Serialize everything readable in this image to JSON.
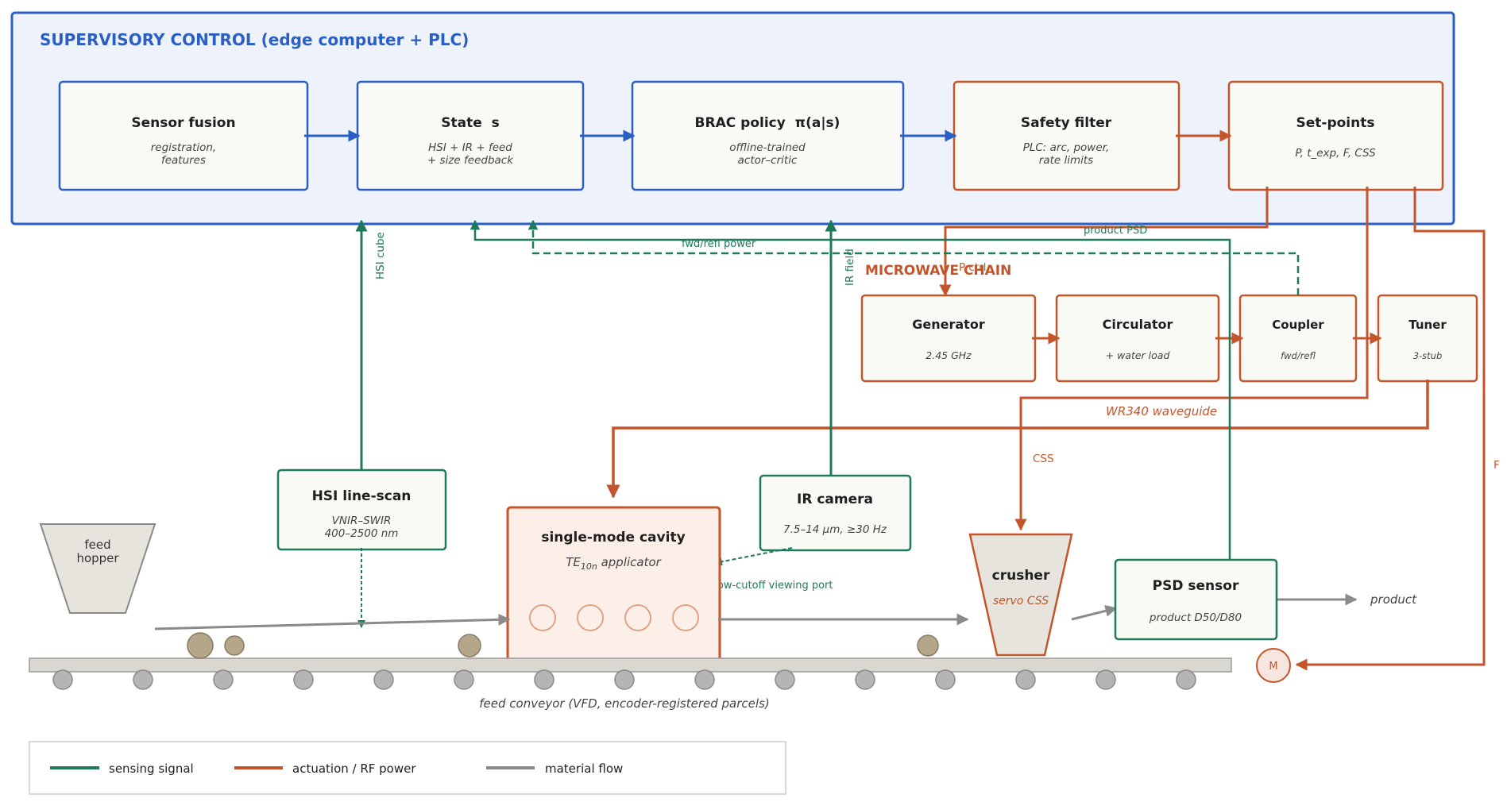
{
  "title": "SUPERVISORY CONTROL  (edge computer + PLC)",
  "colors": {
    "supervisory_blue": "#2b5fc4",
    "sensing_green": "#1e7a5a",
    "actuation_orange": "#c4552b",
    "material_gray": "#8a8a8a"
  },
  "boxes": {
    "sensor_fusion": {
      "title": "Sensor fusion",
      "sub1": "registration,",
      "sub2": "features"
    },
    "state": {
      "title": "State  s",
      "sub1": "HSI + IR + feed",
      "sub2": "+ size feedback"
    },
    "brac": {
      "title": "BRAC policy  π(a|s)",
      "sub1": "offline-trained",
      "sub2": "actor–critic"
    },
    "safety": {
      "title": "Safety filter",
      "sub1": "PLC: arc, power,",
      "sub2": "rate limits"
    },
    "setpoints": {
      "title": "Set-points",
      "sub1": "P, t_exp, F, CSS"
    },
    "generator": {
      "title": "Generator",
      "sub1": "2.45 GHz"
    },
    "circulator": {
      "title": "Circulator",
      "sub1": "+ water load"
    },
    "coupler": {
      "title": "Coupler",
      "sub1": "fwd/refl"
    },
    "tuner": {
      "title": "Tuner",
      "sub1": "3-stub"
    },
    "hsi": {
      "title": "HSI line-scan",
      "sub1": "VNIR–SWIR",
      "sub2": "400–2500 nm"
    },
    "ir": {
      "title": "IR camera",
      "sub1": "7.5–14 µm, ≥30 Hz"
    },
    "cavity": {
      "title": "single-mode cavity",
      "sub_pre": "TE",
      "sub_sub": "10n",
      "sub_post": " applicator"
    },
    "psd": {
      "title": "PSD sensor",
      "sub1": "product D50/D80"
    },
    "crusher": {
      "title": "crusher",
      "sub1": "servo CSS"
    },
    "hopper": {
      "line1": "feed",
      "line2": "hopper"
    }
  },
  "labels": {
    "microwave_chain": "MICROWAVE CHAIN",
    "hsi_cube": "HSI cube",
    "ir_field": "IR field",
    "fwd_refl_power": "fwd/refl power",
    "product_psd": "product PSD",
    "p_ctrl": "P ctrl",
    "wr340": "WR340 waveguide",
    "css": "CSS",
    "f": "F",
    "below_cutoff": "below-cutoff viewing port",
    "product": "product",
    "conveyor": "feed conveyor (VFD, encoder-registered parcels)",
    "motor": "M"
  },
  "legend": [
    {
      "label": "sensing signal",
      "color": "#1e7a5a"
    },
    {
      "label": "actuation / RF power",
      "color": "#c4552b"
    },
    {
      "label": "material flow",
      "color": "#8a8a8a"
    }
  ]
}
